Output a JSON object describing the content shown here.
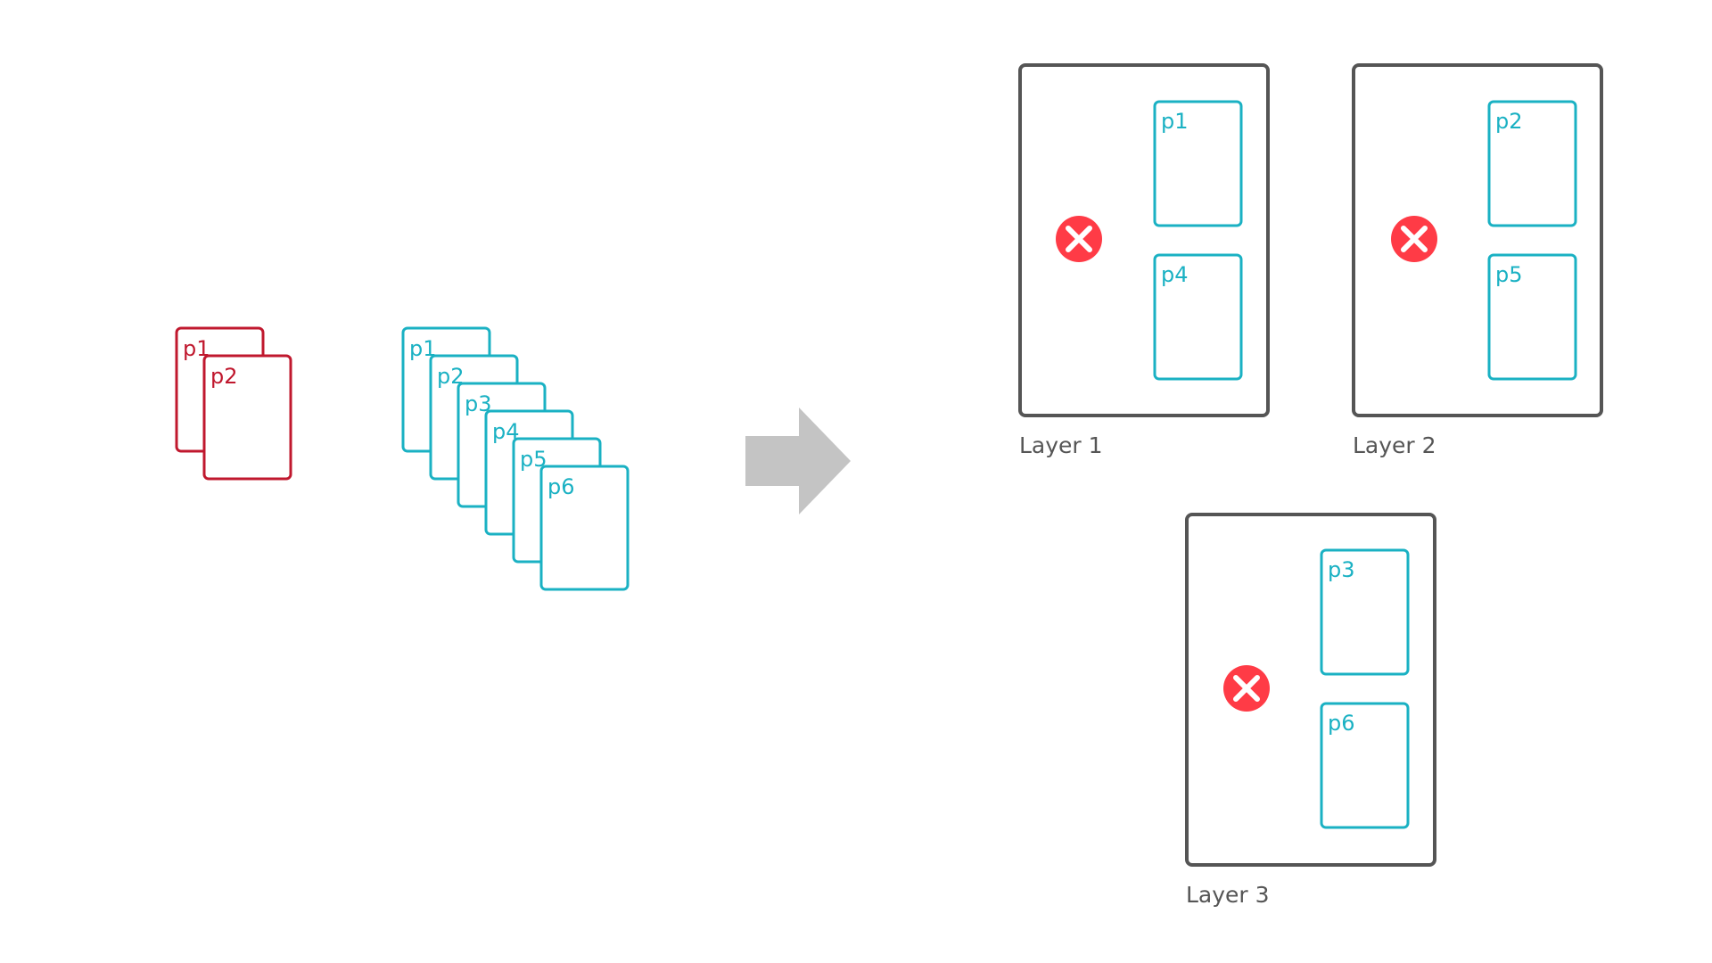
{
  "colors": {
    "red_card": "#c0182e",
    "teal_card": "#1ab1c3",
    "layer_border": "#555555",
    "arrow": "#c4c4c4",
    "error_icon": "#ff3b46"
  },
  "left_stacks": {
    "red_stack": [
      "p1",
      "p2"
    ],
    "teal_stack": [
      "p1",
      "p2",
      "p3",
      "p4",
      "p5",
      "p6"
    ]
  },
  "arrow_icon": "arrow-right-icon",
  "layers": [
    {
      "label": "Layer 1",
      "cards": [
        "p1",
        "p4"
      ],
      "icon": "error-x-icon"
    },
    {
      "label": "Layer 2",
      "cards": [
        "p2",
        "p5"
      ],
      "icon": "error-x-icon"
    },
    {
      "label": "Layer 3",
      "cards": [
        "p3",
        "p6"
      ],
      "icon": "error-x-icon"
    }
  ]
}
